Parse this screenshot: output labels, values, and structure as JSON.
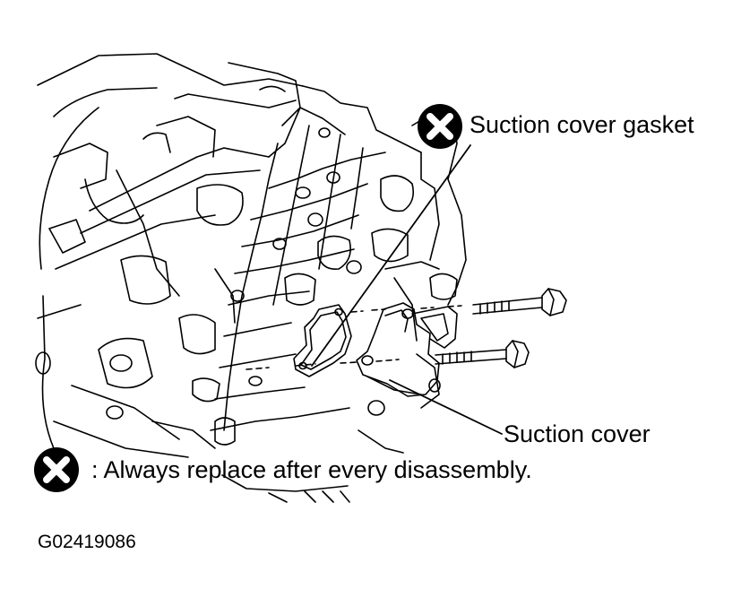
{
  "callouts": {
    "suction_cover_gasket": "Suction cover gasket",
    "suction_cover": "Suction cover"
  },
  "legend": {
    "symbol": "x-circle-icon",
    "text": ": Always replace after every disassembly."
  },
  "figure_id": "G02419086",
  "colors": {
    "ink": "#000000",
    "paper": "#ffffff"
  }
}
